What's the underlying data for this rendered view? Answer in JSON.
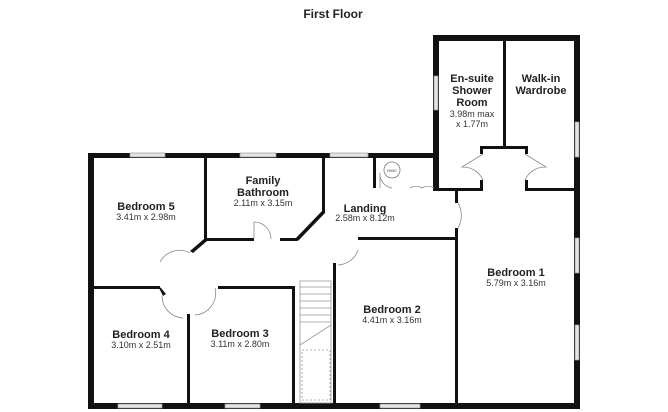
{
  "title": "First Floor",
  "rooms": {
    "ensuite": {
      "name_lines": [
        "En-suite",
        "Shower",
        "Room"
      ],
      "dim_lines": [
        "3.98m max",
        "x 1.77m"
      ]
    },
    "wardrobe": {
      "name_lines": [
        "Walk-in",
        "Wardrobe"
      ]
    },
    "family_bathroom": {
      "name_lines": [
        "Family",
        "Bathroom"
      ],
      "dim": "2.11m x 3.15m"
    },
    "bedroom5": {
      "name": "Bedroom 5",
      "dim": "3.41m x 2.98m"
    },
    "landing": {
      "name": "Landing",
      "dim": "2.58m x 8.12m"
    },
    "bedroom1": {
      "name": "Bedroom 1",
      "dim": "5.79m x 3.16m"
    },
    "bedroom2": {
      "name": "Bedroom 2",
      "dim": "4.41m x 3.16m"
    },
    "bedroom3": {
      "name": "Bedroom 3",
      "dim": "3.11m x 2.80m"
    },
    "bedroom4": {
      "name": "Bedroom 4",
      "dim": "3.10m x 2.51m"
    }
  },
  "hwc_label": "HWC"
}
